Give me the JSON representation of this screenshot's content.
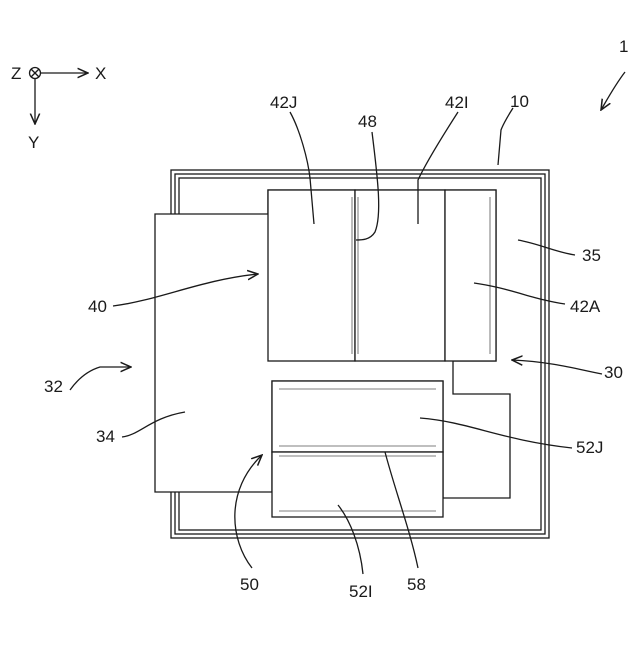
{
  "axes": {
    "z": "Z",
    "x": "X",
    "y": "Y"
  },
  "labels": {
    "l1": "1",
    "l10": "10",
    "l30": "30",
    "l32": "32",
    "l34": "34",
    "l35": "35",
    "l40": "40",
    "l42a": "42A",
    "l42i": "42I",
    "l42j": "42J",
    "l48": "48",
    "l50": "50",
    "l52i": "52I",
    "l52j": "52J",
    "l58": "58"
  }
}
